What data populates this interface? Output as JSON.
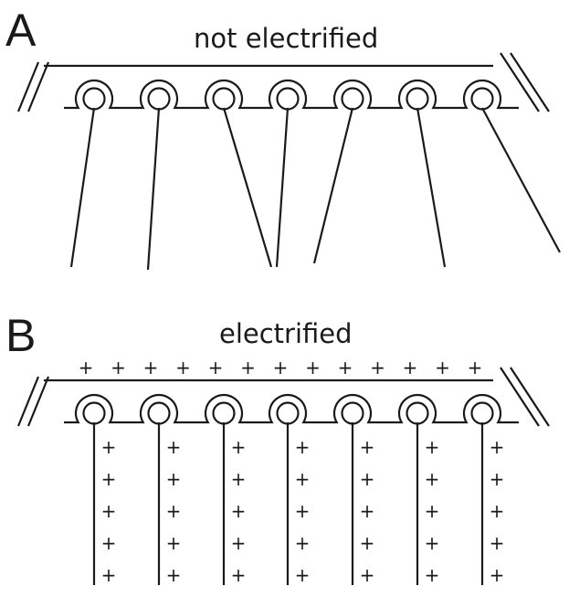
{
  "panels": [
    {
      "letter": "A",
      "title": "not electrified",
      "electrified": false
    },
    {
      "letter": "B",
      "title": "electrified",
      "electrified": true
    }
  ],
  "charge_symbol": "+",
  "fiber_count": 7,
  "charges_per_fiber": 5,
  "top_charge_count": 13
}
